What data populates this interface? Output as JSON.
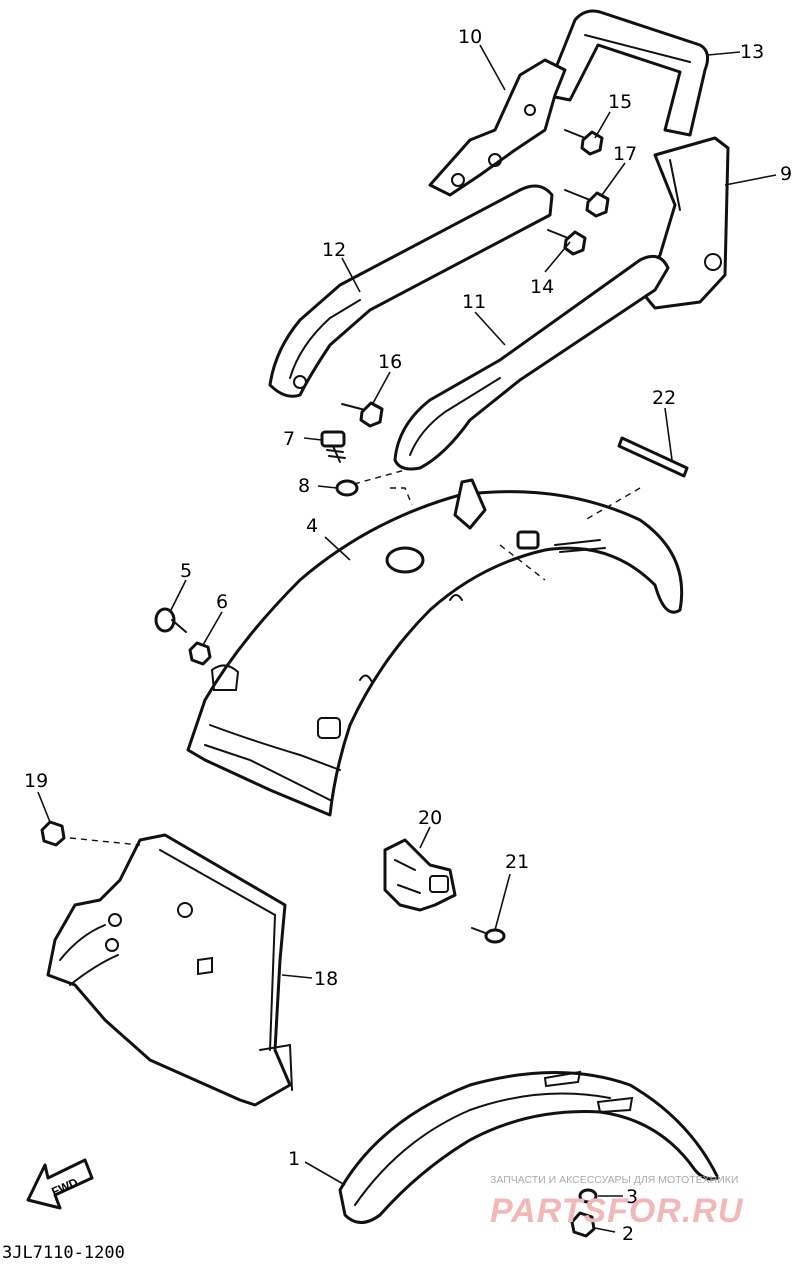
{
  "diagram": {
    "code": "3JL7110-1200",
    "direction_label": "FWD",
    "watermark_line": "ЗАПЧАСТИ И АКСЕССУАРЫ ДЛЯ МОТОТЕХНИКИ",
    "watermark_brand": "PARTSFOR.RU",
    "callouts": [
      "1",
      "2",
      "3",
      "4",
      "5",
      "6",
      "7",
      "8",
      "9",
      "10",
      "11",
      "12",
      "13",
      "14",
      "15",
      "16",
      "17",
      "18",
      "19",
      "20",
      "21",
      "22"
    ]
  }
}
